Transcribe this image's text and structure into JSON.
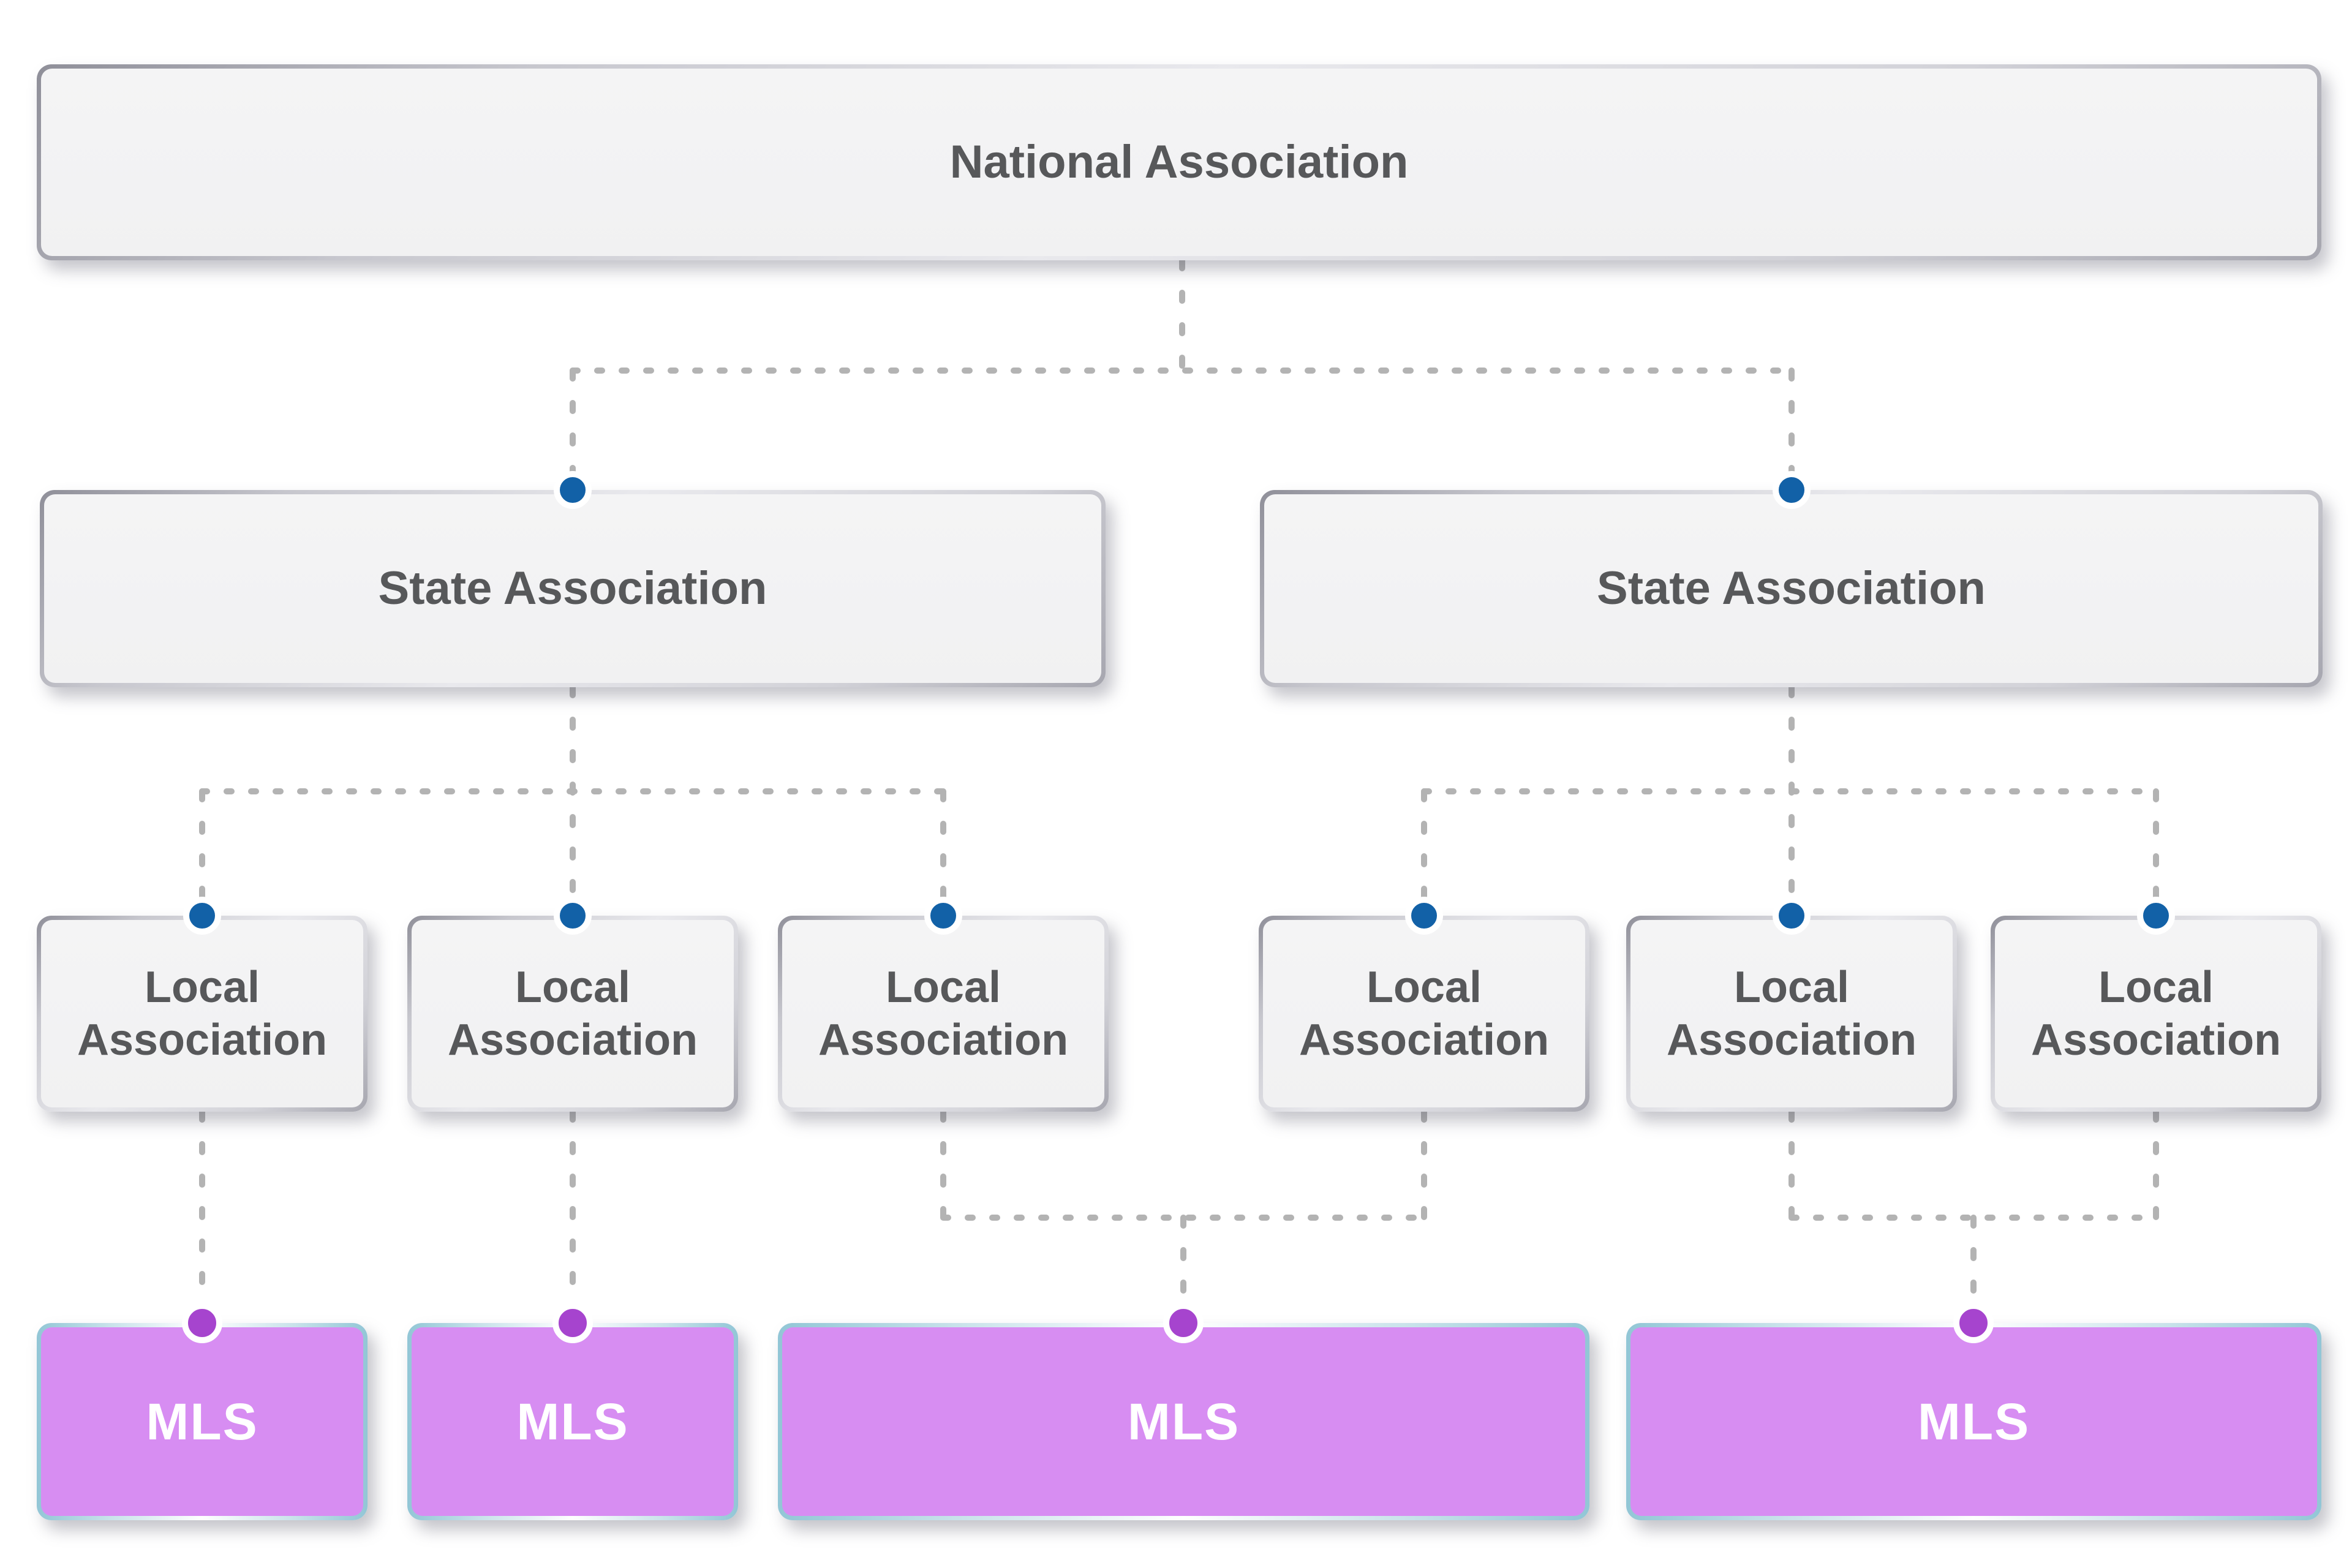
{
  "diagram": {
    "type": "org-hierarchy",
    "background": "#ffffff",
    "levels": [
      "national",
      "state",
      "local",
      "mls"
    ],
    "nodes": {
      "national": {
        "label": "National Association"
      },
      "states": [
        {
          "label": "State Association"
        },
        {
          "label": "State Association"
        }
      ],
      "locals": [
        {
          "label": "Local Association"
        },
        {
          "label": "Local Association"
        },
        {
          "label": "Local Association"
        },
        {
          "label": "Local Association"
        },
        {
          "label": "Local Association"
        },
        {
          "label": "Local Association"
        }
      ],
      "mls": [
        {
          "label": "MLS"
        },
        {
          "label": "MLS"
        },
        {
          "label": "MLS"
        },
        {
          "label": "MLS"
        }
      ]
    },
    "edges": [
      "national -> state-1",
      "national -> state-2",
      "state-1 -> local-1",
      "state-1 -> local-2",
      "state-1 -> local-3",
      "state-2 -> local-4",
      "state-2 -> local-5",
      "state-2 -> local-6",
      "local-1 -> mls-1",
      "local-2 -> mls-2",
      "local-3 -> mls-3",
      "local-4 -> mls-3",
      "local-5 -> mls-4",
      "local-6 -> mls-4"
    ],
    "colors": {
      "node_fill": "#f2f2f3",
      "node_border": "#a6a6af",
      "node_text": "#57585a",
      "connector": "#b3b3b3",
      "association_port": "#1261a7",
      "mls_port": "#a644ce",
      "mls_fill": "#d78df2",
      "mls_border": "#92c6d6",
      "mls_text": "#ffffff"
    },
    "connector_style": "dotted"
  }
}
